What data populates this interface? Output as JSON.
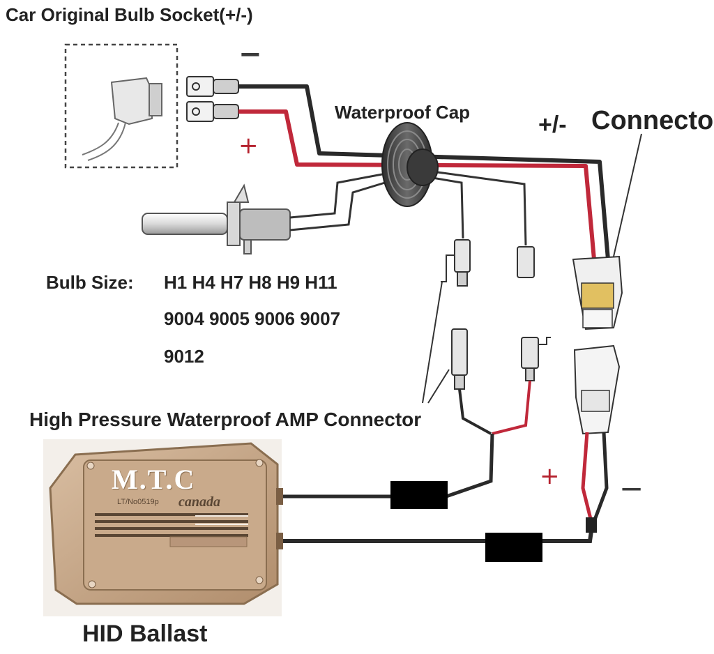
{
  "labels": {
    "socket_title": "Car Original Bulb Socket(+/-)",
    "cap_title": "Waterproof Cap",
    "connector_polarity": "+/-",
    "connector_title": "Connector",
    "bulb_size_label": "Bulb Size:",
    "bulb_sizes_row1": "H1 H4 H7 H8 H9 H11",
    "bulb_sizes_row2": "9004 9005 9006 9007",
    "bulb_sizes_row3": "9012",
    "amp_title": "High Pressure Waterproof AMP Connector",
    "ballast_title": "HID Ballast"
  },
  "ballast": {
    "brand": "M.T.C",
    "model": "LT/No0519p",
    "subtitle": "canada"
  },
  "polarity": {
    "minus_top": "−",
    "plus_top": "+",
    "plus_bottom": "+",
    "minus_bottom": "−"
  },
  "colors": {
    "positive_wire": "#c0283a",
    "negative_wire": "#2a2a2a",
    "ballast_body": "#c7a88a",
    "cap_rubber": "#4a4a4a"
  }
}
